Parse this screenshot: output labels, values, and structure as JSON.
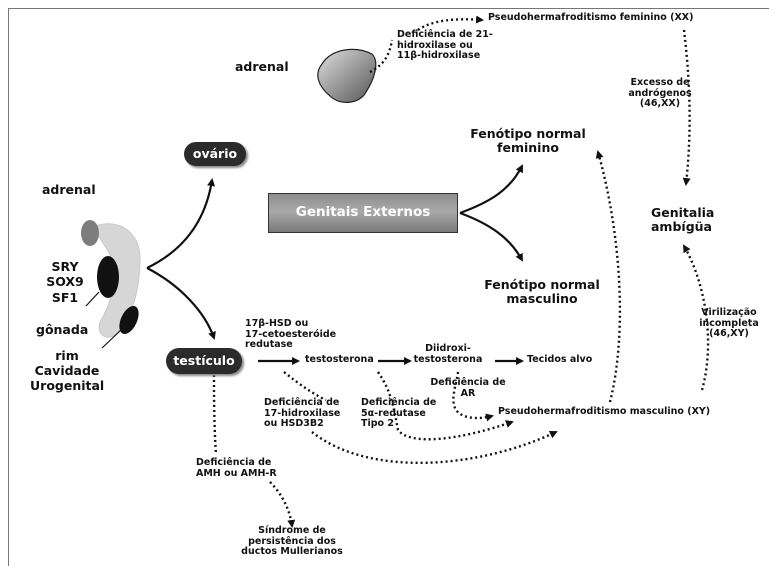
{
  "labels": {
    "pseudo_fem": "Pseudohermafroditismo feminino (XX)",
    "def21": "Deficiência de 21-\nhidroxilase ou\n11β-hidroxilase",
    "adrenal_top": "adrenal",
    "excesso": "Excesso de\nandrógenos\n(46,XX)",
    "fen_fem": "Fenótipo normal\nfeminino",
    "ovario": "ovário",
    "genitalia": "Genitalia ambígüa",
    "adrenal_left": "adrenal",
    "sry": "SRY\nSOX9\nSF1",
    "gonada": "gônada",
    "rim": "rim\nCavidade\nUrogenital",
    "genitais": "Genitais Externos",
    "fen_masc": "Fenótipo normal\nmasculino",
    "hsd17": "17β-HSD ou\n17-cetoesteróide\nredutase",
    "virilizacao": "Virilização\nincompleta\n(46,XY)",
    "testiculo": "testículo",
    "testosterona": "testosterona",
    "diidroxi": "Diidroxi-\ntestosterona",
    "tecidos": "Tecidos alvo",
    "def_ar": "Deficiência de\nAR",
    "def17": "Deficiência de\n17-hidroxilase\nou HSD3B2",
    "def5a": "Deficiência de\n5α-redutase\nTipo 2",
    "pseudo_masc": "Pseudohermafroditismo masculino (XY)",
    "def_amh": "Deficiência de\nAMH ou AMH-R",
    "sindrome": "Síndrome de\npersistência dos\nductos Mullerianos"
  },
  "colors": {
    "pill": "#2b2b2b",
    "box": "#9a9a9a",
    "gonad": "#d8d8d8",
    "adrenal_small": "#7a7a7a",
    "organ_dark": "#111111"
  }
}
